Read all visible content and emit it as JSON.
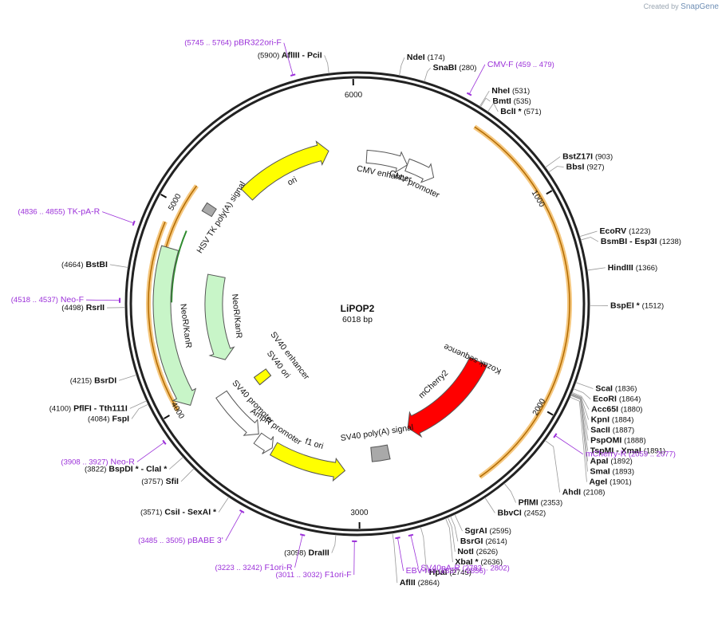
{
  "credit": {
    "prefix": "Created by",
    "brand": "SnapGene"
  },
  "plasmid": {
    "name": "LiPOP2",
    "length_label": "6018 bp",
    "length": 6018
  },
  "ticks": [
    {
      "pos": 6000,
      "label": "6000"
    },
    {
      "pos": 1000,
      "label": "1000"
    },
    {
      "pos": 2000,
      "label": "2000"
    },
    {
      "pos": 3000,
      "label": "3000"
    },
    {
      "pos": 4000,
      "label": "4000"
    },
    {
      "pos": 5000,
      "label": "5000"
    }
  ],
  "enzymes": [
    {
      "name": "AflIII",
      "name2": "PciI",
      "pos_label": "(5900)",
      "pos": 5900,
      "side": "left"
    },
    {
      "name": "NdeI",
      "pos_label": "(174)",
      "pos": 174,
      "side": "right"
    },
    {
      "name": "SnaBI",
      "pos_label": "(280)",
      "pos": 280,
      "side": "right"
    },
    {
      "name": "NheI",
      "pos_label": "(531)",
      "pos": 531,
      "side": "right"
    },
    {
      "name": "BmtI",
      "pos_label": "(535)",
      "pos": 535,
      "side": "right"
    },
    {
      "name": "BclI *",
      "pos_label": "(571)",
      "pos": 571,
      "side": "right"
    },
    {
      "name": "BstZ17I",
      "pos_label": "(903)",
      "pos": 903,
      "side": "right"
    },
    {
      "name": "BbsI",
      "pos_label": "(927)",
      "pos": 927,
      "side": "right"
    },
    {
      "name": "EcoRV",
      "pos_label": "(1223)",
      "pos": 1223,
      "side": "right"
    },
    {
      "name": "BsmBI",
      "name2": "Esp3I",
      "pos_label": "(1238)",
      "pos": 1238,
      "side": "right"
    },
    {
      "name": "HindIII",
      "pos_label": "(1366)",
      "pos": 1366,
      "side": "right"
    },
    {
      "name": "BspEI *",
      "pos_label": "(1512)",
      "pos": 1512,
      "side": "right"
    },
    {
      "name": "ScaI",
      "pos_label": "(1836)",
      "pos": 1836,
      "side": "right"
    },
    {
      "name": "EcoRI",
      "pos_label": "(1864)",
      "pos": 1864,
      "side": "right"
    },
    {
      "name": "Acc65I",
      "pos_label": "(1880)",
      "pos": 1880,
      "side": "right"
    },
    {
      "name": "KpnI",
      "pos_label": "(1884)",
      "pos": 1884,
      "side": "right"
    },
    {
      "name": "SacII",
      "pos_label": "(1887)",
      "pos": 1887,
      "side": "right"
    },
    {
      "name": "PspOMI",
      "pos_label": "(1888)",
      "pos": 1888,
      "side": "right"
    },
    {
      "name": "TspMI",
      "name2": "XmaI",
      "pos_label": "(1891)",
      "pos": 1891,
      "side": "right"
    },
    {
      "name": "ApaI",
      "pos_label": "(1892)",
      "pos": 1892,
      "side": "right"
    },
    {
      "name": "SmaI",
      "pos_label": "(1893)",
      "pos": 1893,
      "side": "right"
    },
    {
      "name": "AgeI",
      "pos_label": "(1901)",
      "pos": 1901,
      "side": "right"
    },
    {
      "name": "AhdI",
      "pos_label": "(2108)",
      "pos": 2108,
      "side": "right"
    },
    {
      "name": "PflMI",
      "pos_label": "(2353)",
      "pos": 2353,
      "side": "right"
    },
    {
      "name": "BbvCI",
      "pos_label": "(2452)",
      "pos": 2452,
      "side": "right"
    },
    {
      "name": "SgrAI",
      "pos_label": "(2595)",
      "pos": 2595,
      "side": "right"
    },
    {
      "name": "BsrGI",
      "pos_label": "(2614)",
      "pos": 2614,
      "side": "right"
    },
    {
      "name": "NotI",
      "pos_label": "(2626)",
      "pos": 2626,
      "side": "right"
    },
    {
      "name": "XbaI *",
      "pos_label": "(2636)",
      "pos": 2636,
      "side": "right"
    },
    {
      "name": "HpaI",
      "pos_label": "(2745)",
      "pos": 2745,
      "side": "right"
    },
    {
      "name": "AflII",
      "pos_label": "(2864)",
      "pos": 2864,
      "side": "right"
    },
    {
      "name": "DraIII",
      "pos_label": "(3098)",
      "pos": 3098,
      "side": "left"
    },
    {
      "name": "CsiI",
      "name2": "SexAI *",
      "pos_label": "(3571)",
      "pos": 3571,
      "side": "left"
    },
    {
      "name": "SfiI",
      "pos_label": "(3757)",
      "pos": 3757,
      "side": "left"
    },
    {
      "name": "BspDI *",
      "name2": "ClaI *",
      "pos_label": "(3822)",
      "pos": 3822,
      "side": "left"
    },
    {
      "name": "FspI",
      "pos_label": "(4084)",
      "pos": 4084,
      "side": "left"
    },
    {
      "name": "PflFI",
      "name2": "Tth111I",
      "pos_label": "(4100)",
      "pos": 4100,
      "side": "left"
    },
    {
      "name": "BsrDI",
      "pos_label": "(4215)",
      "pos": 4215,
      "side": "left"
    },
    {
      "name": "RsrII",
      "pos_label": "(4498)",
      "pos": 4498,
      "side": "left"
    },
    {
      "name": "BstBI",
      "pos_label": "(4664)",
      "pos": 4664,
      "side": "left"
    }
  ],
  "primers": [
    {
      "name": "pBR322ori-F",
      "range": "(5745 .. 5764)",
      "pos": 5755,
      "side": "left"
    },
    {
      "name": "CMV-F",
      "range": "(459 .. 479)",
      "pos": 469,
      "side": "right"
    },
    {
      "name": "TK-pA-R",
      "range": "(4836 .. 4855)",
      "pos": 4845,
      "side": "left"
    },
    {
      "name": "Neo-F",
      "range": "(4518 .. 4537)",
      "pos": 4527,
      "side": "left"
    },
    {
      "name": "Neo-R",
      "range": "(3908 .. 3927)",
      "pos": 3917,
      "side": "left"
    },
    {
      "name": "mCherry-R",
      "range": "(2059 .. 2077)",
      "pos": 2068,
      "side": "right"
    },
    {
      "name": "SV40pA-R",
      "range": "(2783 .. 2802)",
      "pos": 2792,
      "side": "right"
    },
    {
      "name": "EBV-rev",
      "range": "(2837 .. 2856)",
      "pos": 2846,
      "side": "right"
    },
    {
      "name": "F1ori-F",
      "range": "(3011 .. 3032)",
      "pos": 3021,
      "side": "left"
    },
    {
      "name": "F1ori-R",
      "range": "(3223 .. 3242)",
      "pos": 3232,
      "side": "left"
    },
    {
      "name": "pBABE 3'",
      "range": "(3485 .. 3505)",
      "pos": 3495,
      "side": "left"
    }
  ],
  "features": [
    {
      "label": "ori",
      "type": "arrow",
      "start": 5260,
      "end": 5840,
      "r": 195,
      "w": 20,
      "dir": 1,
      "color": "#ffff00"
    },
    {
      "label": "CMV enhancer",
      "type": "arrow",
      "start": 60,
      "end": 330,
      "r": 185,
      "w": 16,
      "dir": 1,
      "color": "#ffffff"
    },
    {
      "label": "CMV promoter",
      "type": "arrow",
      "start": 330,
      "end": 520,
      "r": 185,
      "w": 16,
      "dir": 1,
      "color": "#ffffff"
    },
    {
      "label": "mCherry2",
      "type": "arrow",
      "start": 1930,
      "end": 2640,
      "r": 168,
      "w": 24,
      "dir": 1,
      "color": "#ff0000"
    },
    {
      "label": "SV40 poly(A) signal",
      "type": "box",
      "start": 2810,
      "end": 2920,
      "r": 190,
      "w": 18,
      "color": "#a9a9a9"
    },
    {
      "label": "f1 ori",
      "type": "arrow",
      "start": 3080,
      "end": 3510,
      "r": 210,
      "w": 18,
      "dir": -1,
      "color": "#ffff00"
    },
    {
      "label": "AmpR promoter",
      "type": "arrow",
      "start": 3520,
      "end": 3620,
      "r": 210,
      "w": 16,
      "dir": -1,
      "color": "#ffffff"
    },
    {
      "label": "SV40 promoter",
      "type": "arrow",
      "start": 3630,
      "end": 3950,
      "r": 205,
      "w": 16,
      "dir": -1,
      "color": "#ffffff"
    },
    {
      "label": "SV40 ori",
      "type": "box",
      "start": 3850,
      "end": 3920,
      "r": 150,
      "w": 18,
      "color": "#ffff00"
    },
    {
      "label": "SV40 enhancer",
      "type": "box",
      "start": 3850,
      "end": 3920,
      "r": 150,
      "w": 18,
      "color": "#ffff00"
    },
    {
      "label": "NeoR/KanR",
      "type": "arrow",
      "start": 3990,
      "end": 4790,
      "r": 245,
      "w": 22,
      "dir": -1,
      "color": "#c8f5c8"
    },
    {
      "label": "NeoR/KanR",
      "type": "arrow",
      "start": 4130,
      "end": 4700,
      "r": 180,
      "w": 22,
      "dir": -1,
      "color": "#c8f5c8"
    },
    {
      "label": "HSV TK poly(A) signal",
      "type": "box",
      "start": 5030,
      "end": 5080,
      "r": 220,
      "w": 14,
      "color": "#a9a9a9"
    },
    {
      "label": "Kozak sequence",
      "type": "text",
      "pos": 1915
    }
  ]
}
